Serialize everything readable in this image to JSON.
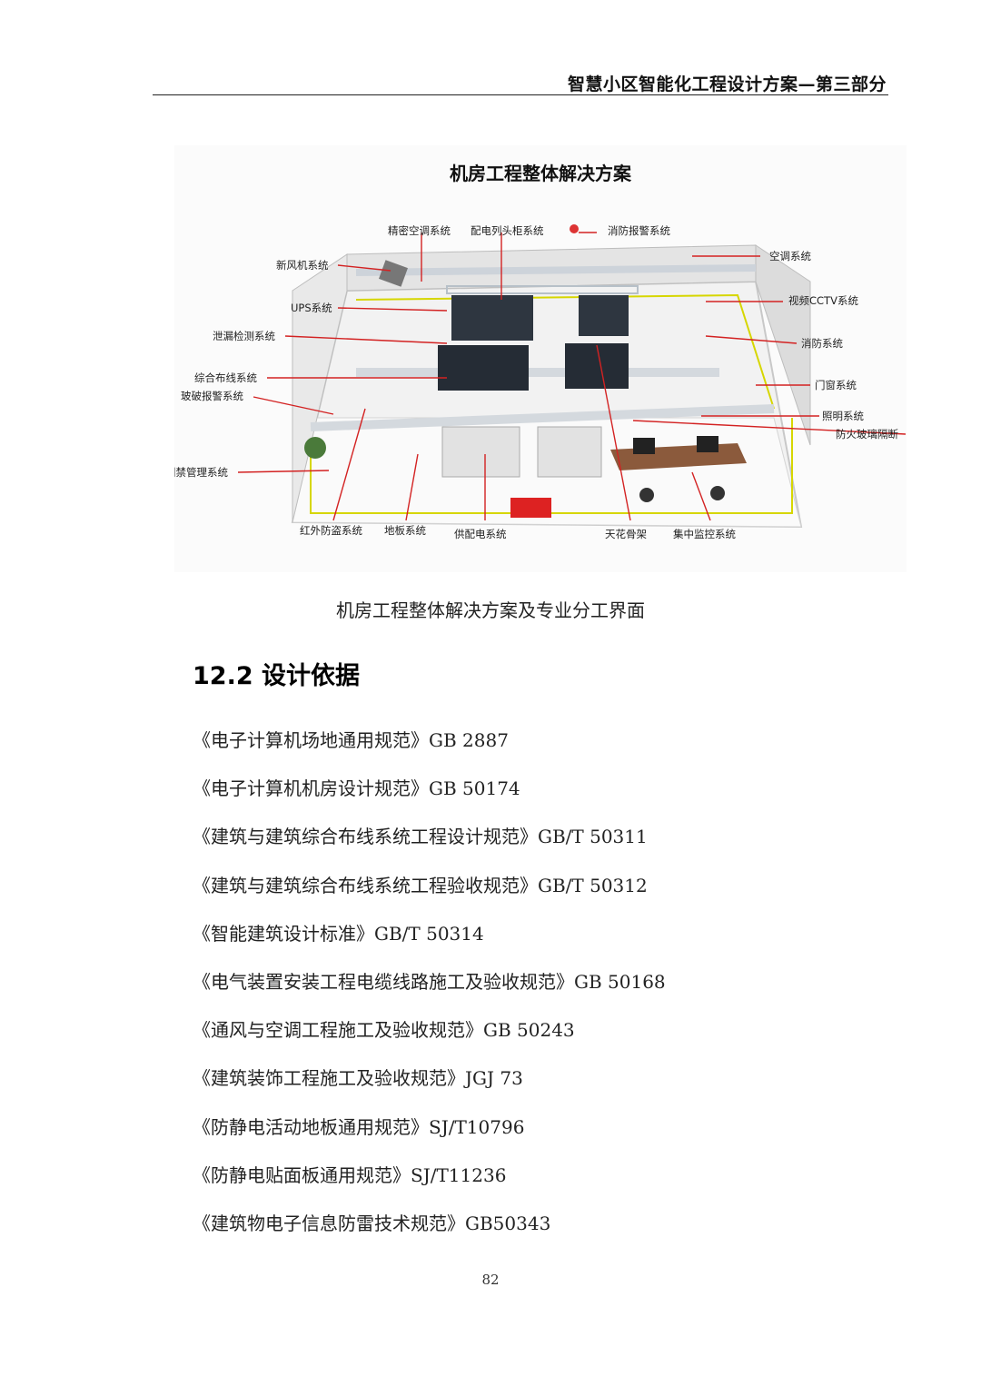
{
  "header": {
    "title": "智慧小区智能化工程设计方案—第三部分"
  },
  "figure": {
    "title": "机房工程整体解决方案",
    "labels": {
      "precision_ac": "精密空调系统",
      "power_cabinet": "配电列头柜系统",
      "fire_alarm": "消防报警系统",
      "fresh_air": "新风机系统",
      "air_conditioning": "空调系统",
      "ups": "UPS系统",
      "cctv": "视频CCTV系统",
      "leak_detection": "泄漏检测系统",
      "fire_fighting": "消防系统",
      "cabling": "综合布线系统",
      "door_window": "门窗系统",
      "glass_break": "玻破报警系统",
      "lighting": "照明系统",
      "fire_glass": "防火玻璃隔断",
      "access_control": "门禁管理系统",
      "infrared": "红外防盗系统",
      "floor": "地板系统",
      "power_supply": "供配电系统",
      "ceiling": "天花骨架",
      "central_monitor": "集中监控系统"
    }
  },
  "caption": "机房工程整体解决方案及专业分工界面",
  "section": {
    "heading": "12.2 设计依据"
  },
  "references": [
    "《电子计算机场地通用规范》GB 2887",
    "《电子计算机机房设计规范》GB 50174",
    "《建筑与建筑综合布线系统工程设计规范》GB/T 50311",
    "《建筑与建筑综合布线系统工程验收规范》GB/T 50312",
    "《智能建筑设计标准》GB/T 50314",
    "《电气装置安装工程电缆线路施工及验收规范》GB 50168",
    "《通风与空调工程施工及验收规范》GB 50243",
    "《建筑装饰工程施工及验收规范》JGJ 73",
    "《防静电活动地板通用规范》SJ/T10796",
    "《防静电贴面板通用规范》SJ/T11236",
    "《建筑物电子信息防雷技术规范》GB50343"
  ],
  "page_number": "82"
}
